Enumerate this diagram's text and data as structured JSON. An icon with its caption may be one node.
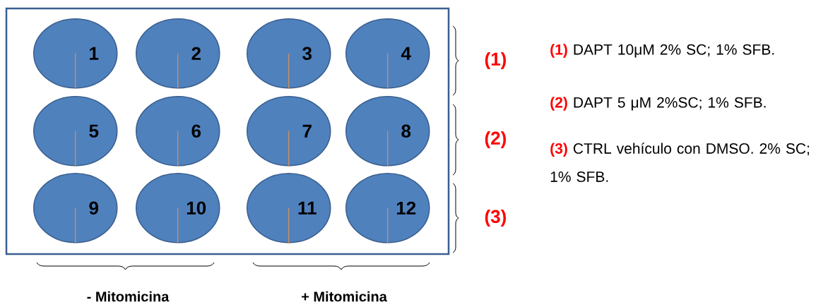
{
  "diagram": {
    "nodes": [
      {
        "text": [],
        "shape": "box"
      },
      {
        "text": [
          "1"
        ],
        "in": 0
      },
      {
        "text": [
          "2"
        ],
        "in": 0
      },
      {
        "text": [
          "3"
        ],
        "in": 0
      },
      {
        "text": [
          "4"
        ],
        "in": 0
      },
      {
        "text": [
          "5"
        ],
        "in": 0
      },
      {
        "text": [
          "6"
        ],
        "in": 0
      },
      {
        "text": [
          "7"
        ],
        "in": 0
      },
      {
        "text": [
          "8"
        ],
        "in": 0
      },
      {
        "text": [
          "9"
        ],
        "in": 0
      },
      {
        "text": [
          "10"
        ],
        "in": 0
      },
      {
        "text": [
          "11"
        ],
        "in": 0
      },
      {
        "text": [
          "12"
        ],
        "in": 0
      }
    ],
    "labels": [
      "(1)",
      "(2)",
      "(3)",
      "(1)",
      "DAPT 10μM 2% SC; 1% SFB.",
      "(2)",
      "DAPT 5 μM 2%SC; 1% SFB.",
      "(3)",
      "CTRL vehículo con DMSO. 2% SC; 1% SFB.",
      "- Mitomicina",
      "+ Mitomicina"
    ]
  }
}
